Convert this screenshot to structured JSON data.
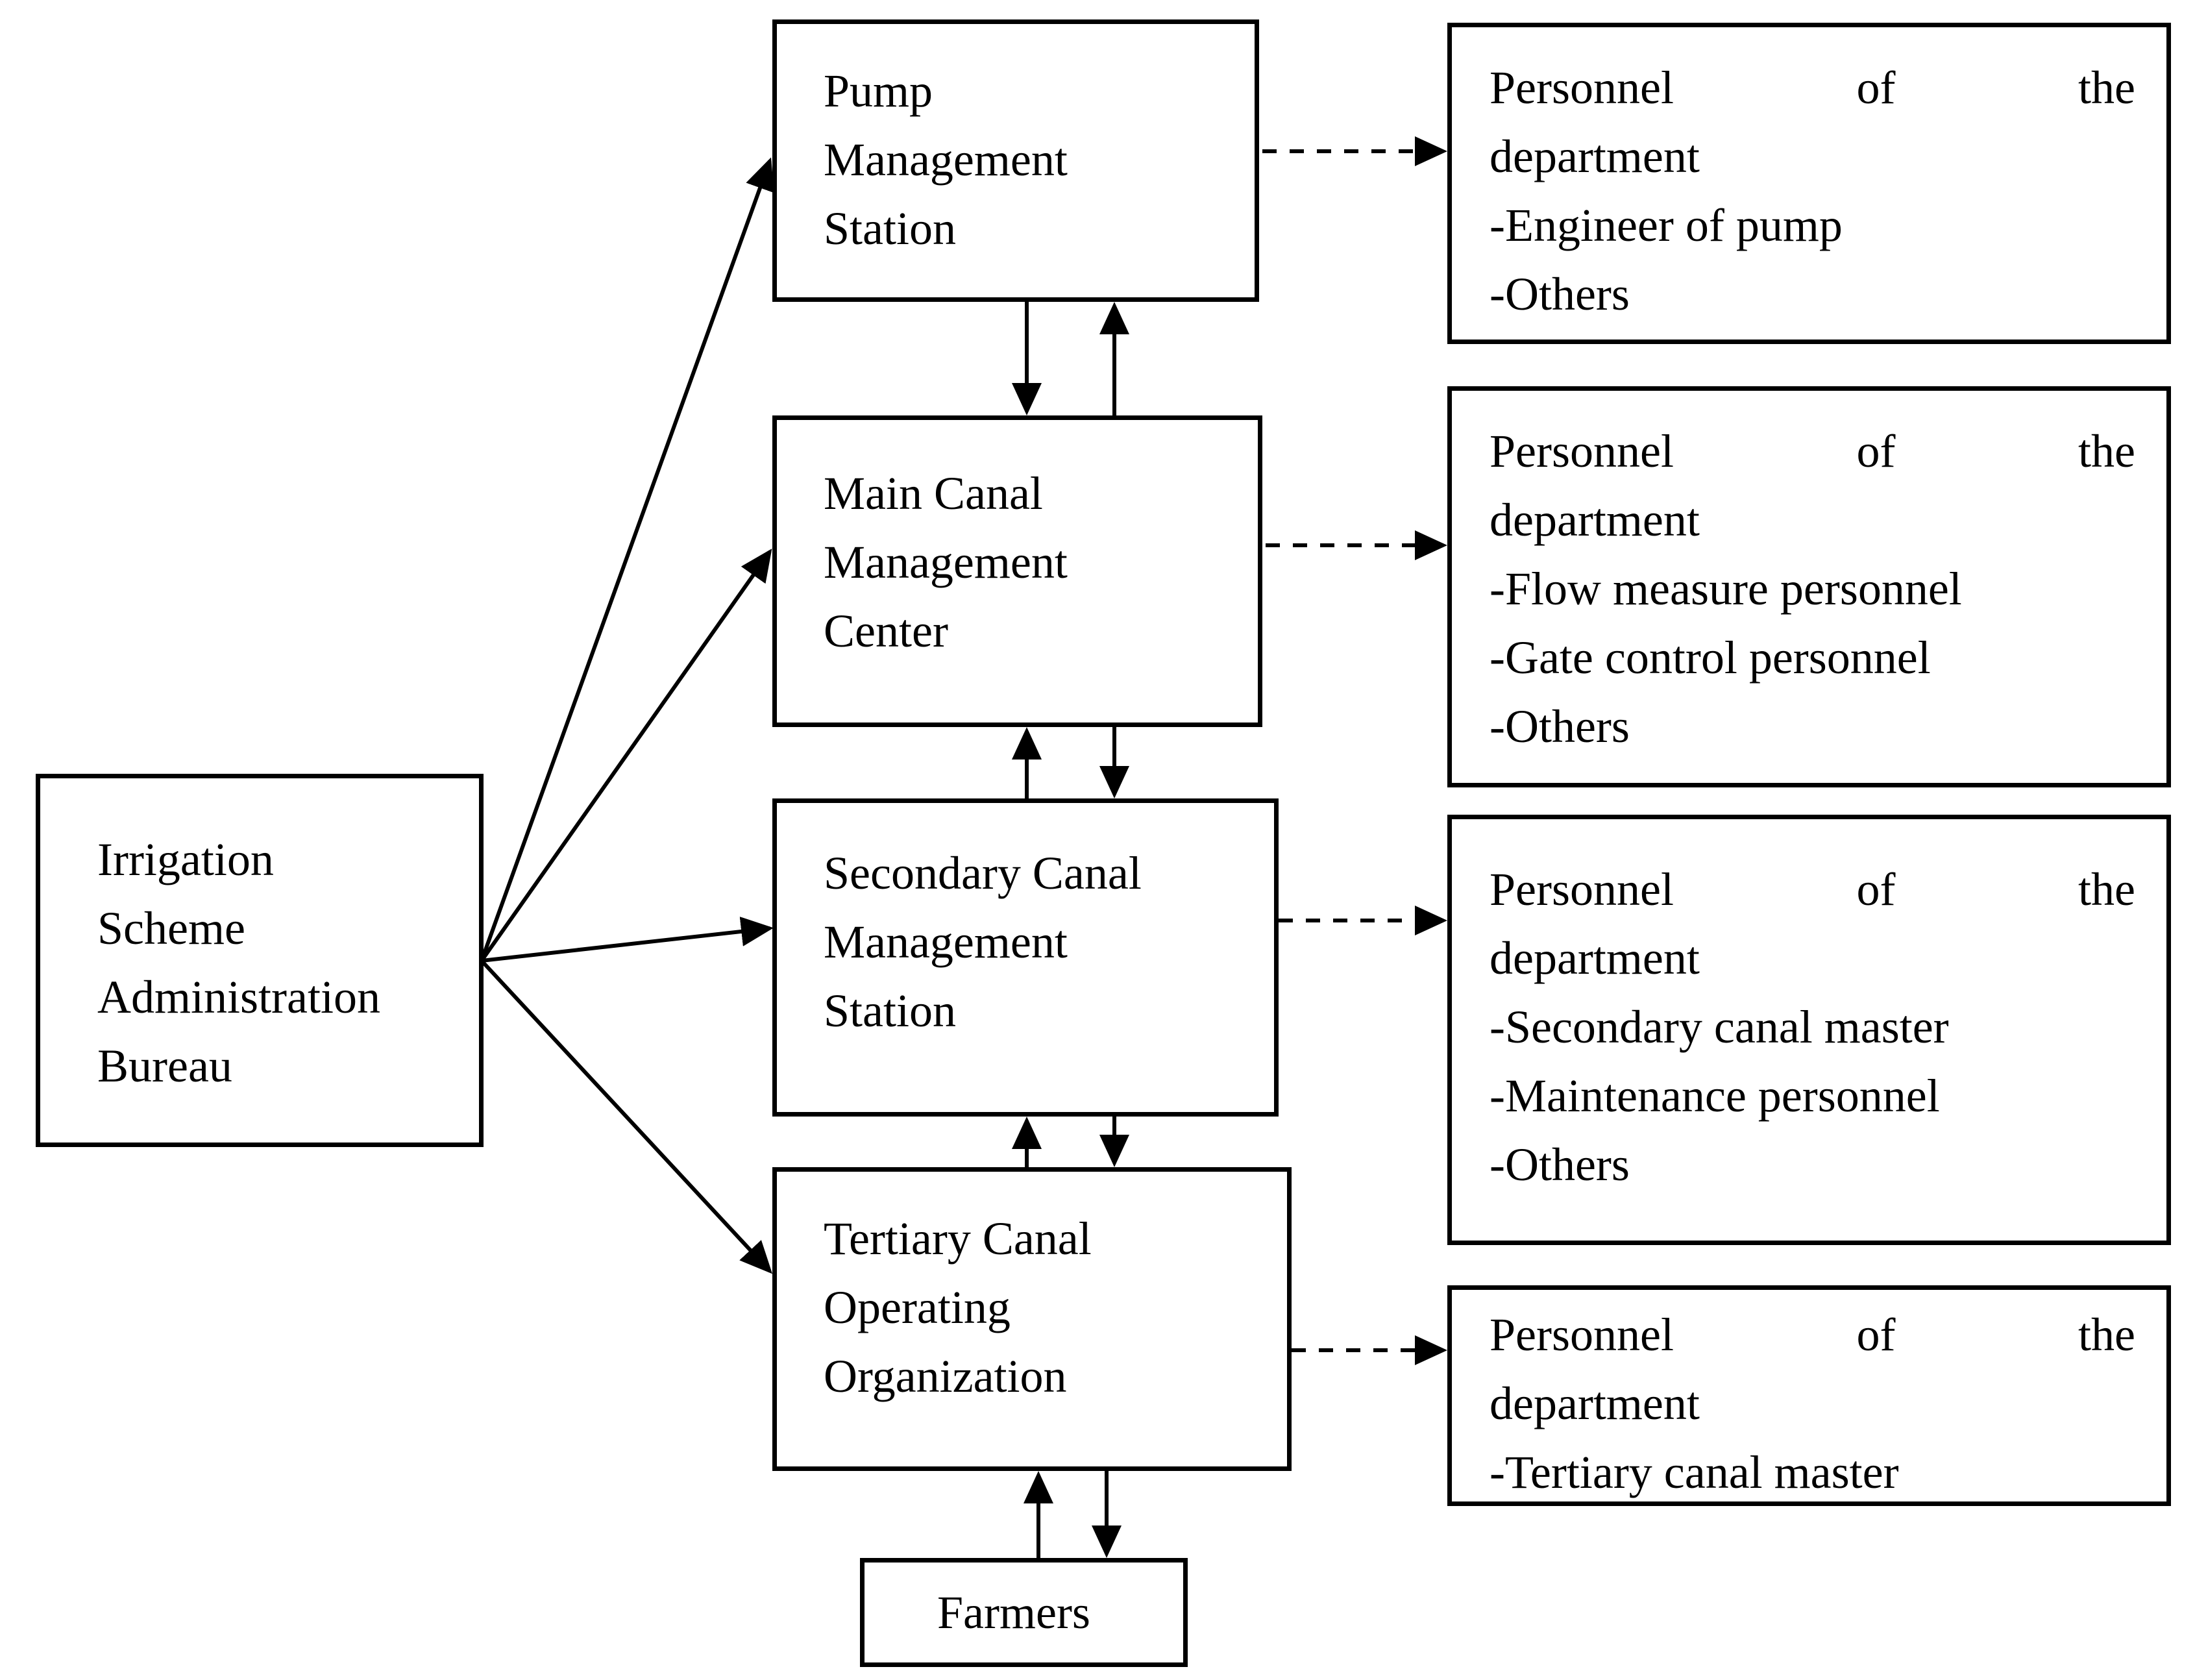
{
  "colors": {
    "ink": "#000000",
    "paper": "#ffffff"
  },
  "bureau": {
    "lines": [
      "Irrigation",
      "Scheme",
      "Administration",
      "Bureau"
    ]
  },
  "stations": {
    "pump": {
      "lines": [
        "Pump",
        "Management",
        "Station"
      ]
    },
    "main": {
      "lines": [
        "Main Canal",
        "Management",
        "Center"
      ]
    },
    "secondary": {
      "lines": [
        "Secondary Canal",
        "Management",
        "Station"
      ]
    },
    "tertiary": {
      "lines": [
        "Tertiary Canal",
        "Operating",
        "Organization"
      ]
    },
    "farmers": {
      "label": "Farmers"
    }
  },
  "personnel": [
    {
      "title_words": [
        "Personnel",
        "of",
        "the"
      ],
      "title_cont": "department",
      "items": [
        "-Engineer of pump",
        "-Others"
      ]
    },
    {
      "title_words": [
        "Personnel",
        "of",
        "the"
      ],
      "title_cont": "department",
      "items": [
        "-Flow measure personnel",
        "-Gate control personnel",
        "-Others"
      ]
    },
    {
      "title_words": [
        "Personnel",
        "of",
        "the"
      ],
      "title_cont": "department",
      "items": [
        "-Secondary canal master",
        "-Maintenance personnel",
        "-Others"
      ]
    },
    {
      "title_words": [
        "Personnel",
        "of",
        "the"
      ],
      "title_cont": "department",
      "items": [
        "-Tertiary canal master"
      ]
    }
  ]
}
